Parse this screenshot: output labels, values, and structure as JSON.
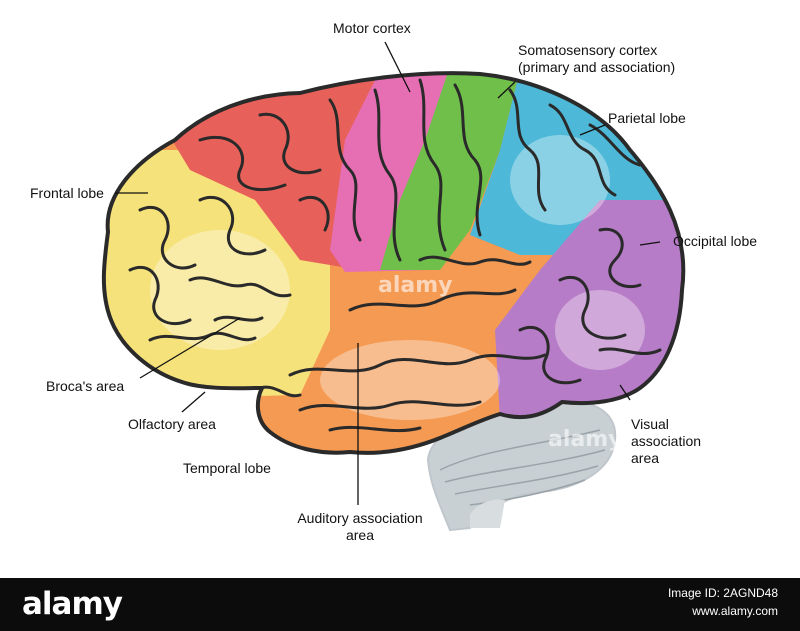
{
  "labels": {
    "motor_cortex": "Motor cortex",
    "somatosensory_line1": "Somatosensory cortex",
    "somatosensory_line2": "(primary and association)",
    "parietal_lobe": "Parietal lobe",
    "frontal_lobe": "Frontal lobe",
    "occipital_lobe": "Occipital lobe",
    "brocas_area": "Broca's area",
    "olfactory_area": "Olfactory area",
    "temporal_lobe": "Temporal lobe",
    "visual_line1": "Visual",
    "visual_line2": "association",
    "visual_line3": "area",
    "auditory_line1": "Auditory association",
    "auditory_line2": "area"
  },
  "region_colors": {
    "frontal": "#f6e27a",
    "prefrontal_red": "#e8605a",
    "motor": "#e66fb4",
    "somatosensory": "#6fbf4a",
    "parietal": "#4db8d8",
    "occipital": "#b77cc7",
    "temporal": "#f59a52",
    "cerebellum": "#c9d0d4",
    "outline": "#2a2a2a"
  },
  "watermark": {
    "text": "alamy",
    "image_id": "Image ID: 2AGND48",
    "url": "www.alamy.com"
  }
}
